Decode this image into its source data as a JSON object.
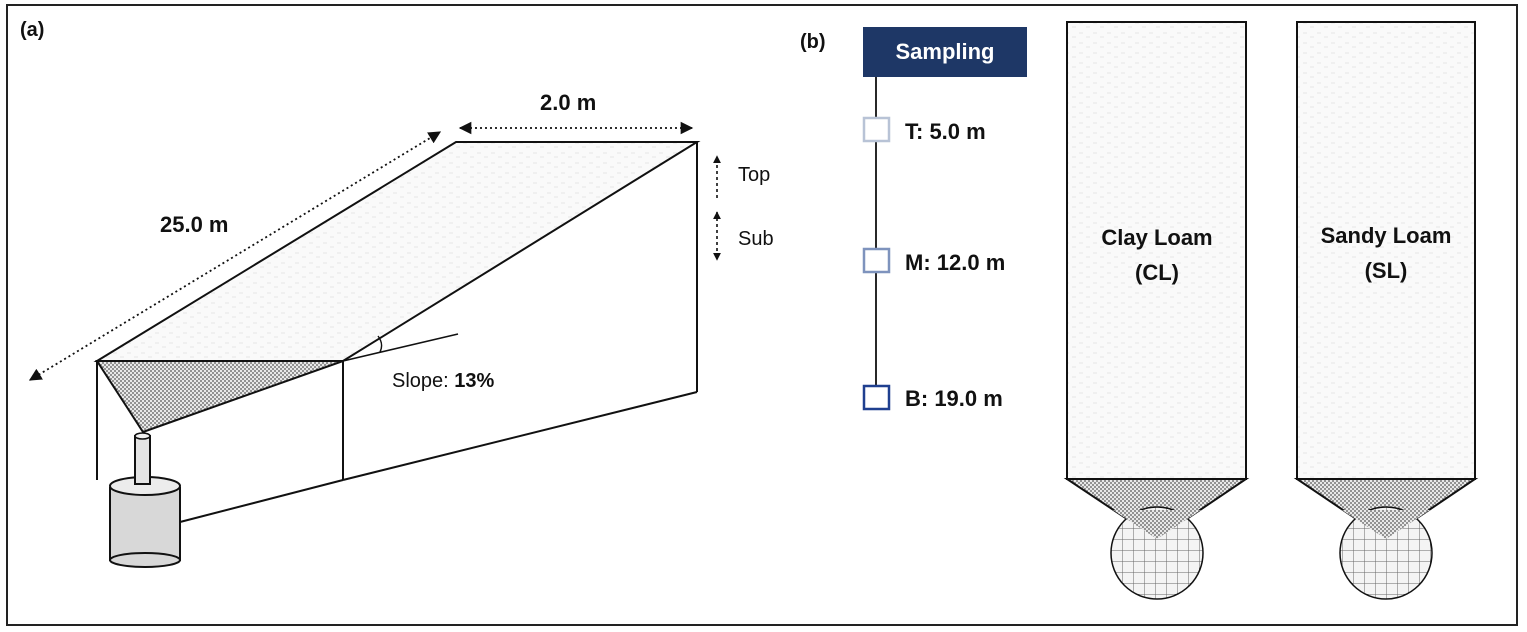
{
  "panel_a": {
    "label": "(a)",
    "width_label": "2.0 m",
    "length_label": "25.0 m",
    "top_label": "Top",
    "sub_label": "Sub",
    "slope_prefix": "Slope: ",
    "slope_value": "13%"
  },
  "panel_b": {
    "label": "(b)",
    "sampling_title": "Sampling",
    "sampling_points": [
      {
        "label": "T: 5.0 m",
        "color": "#b8c3d6"
      },
      {
        "label": "M: 12.0 m",
        "color": "#7e93bd"
      },
      {
        "label": "B: 19.0 m",
        "color": "#1f3f8f"
      }
    ],
    "soils": [
      {
        "line1": "Clay Loam",
        "line2": "(CL)"
      },
      {
        "line1": "Sandy Loam",
        "line2": "(SL)"
      }
    ]
  },
  "colors": {
    "header_bg": "#1e3766",
    "line": "#111111"
  }
}
